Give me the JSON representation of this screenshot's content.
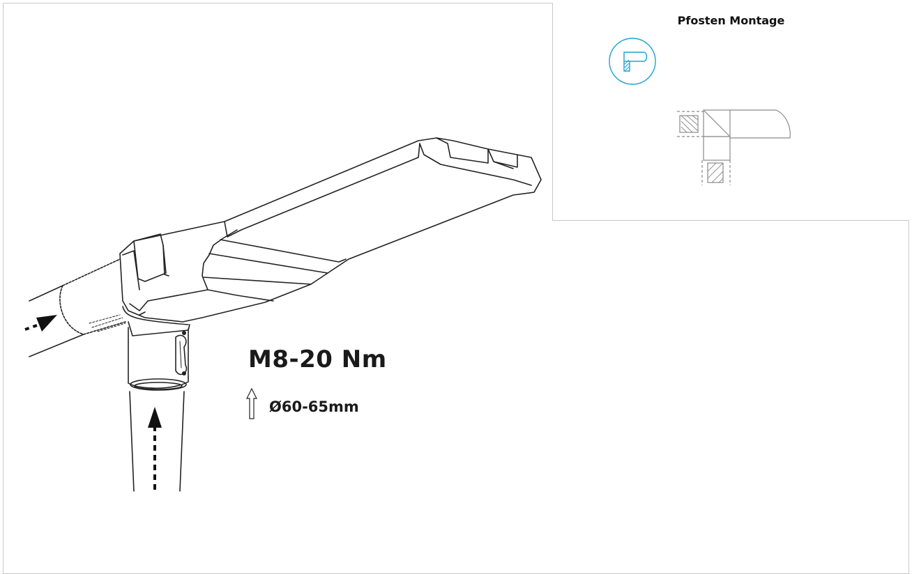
{
  "inset": {
    "title": "Pfosten Montage",
    "mode_icon": "post-top-mount-icon",
    "accent_color": "#1aa3cf"
  },
  "spec": {
    "torque": "M8-20 Nm",
    "pipe_diameter": "Ø60-65mm"
  },
  "colors": {
    "line": "#222222",
    "border": "#c8c8c8",
    "diagram": "#8a8a8a"
  }
}
